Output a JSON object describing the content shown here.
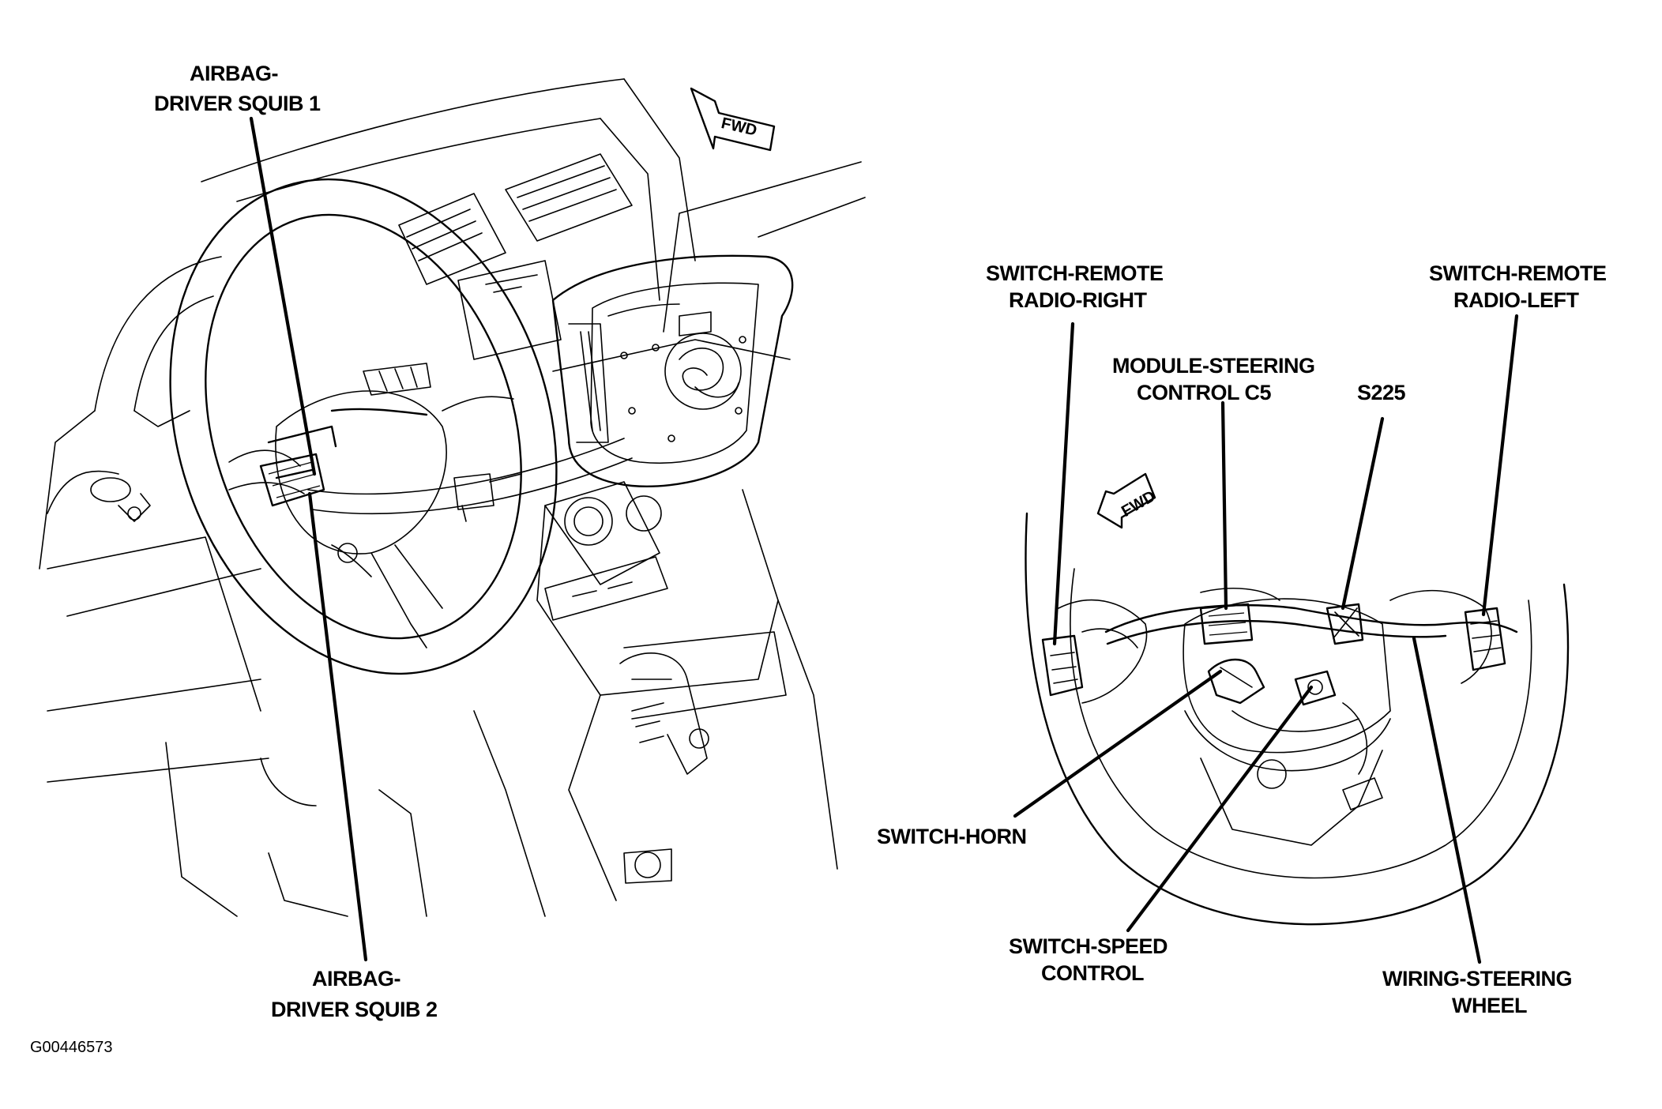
{
  "figure_id": "G00446573",
  "fwd_arrow_text": "FWD",
  "left_view": {
    "callouts": {
      "airbag_squib_1": [
        "AIRBAG-",
        "DRIVER SQUIB 1"
      ],
      "airbag_squib_2": [
        "AIRBAG-",
        "DRIVER SQUIB 2"
      ]
    }
  },
  "right_view": {
    "callouts": {
      "switch_remote_radio_right": [
        "SWITCH-REMOTE",
        "RADIO-RIGHT"
      ],
      "switch_remote_radio_left": [
        "SWITCH-REMOTE",
        "RADIO-LEFT"
      ],
      "module_steering_control": [
        "MODULE-STEERING",
        "CONTROL C5"
      ],
      "splice": [
        "S225"
      ],
      "switch_horn": [
        "SWITCH-HORN"
      ],
      "switch_speed_control": [
        "SWITCH-SPEED",
        "CONTROL"
      ],
      "wiring_steering_wheel": [
        "WIRING-STEERING",
        "WHEEL"
      ]
    }
  }
}
